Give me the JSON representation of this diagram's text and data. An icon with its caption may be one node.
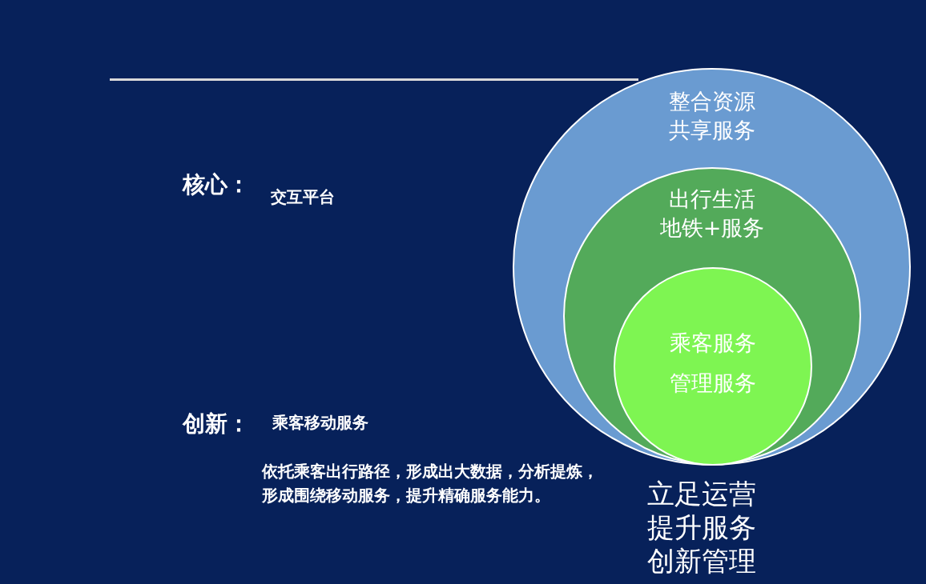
{
  "diagram": {
    "nodes": [
      {
        "text": [
          "整合资源共享服务"
        ]
      },
      {
        "text": [
          "出行生活地铁+服务"
        ],
        "in": 0
      },
      {
        "text": [
          "乘客服务",
          "管理服务"
        ],
        "in": 1
      }
    ],
    "labels": [
      "核心：",
      "交互平台",
      "创新：",
      "乘客移动服务",
      "依托乘客出行路径，形成出大数据，分析提炼，形成围绕移动服务，提升精确服务能力。",
      "立足运营提升服务创新管理"
    ]
  }
}
